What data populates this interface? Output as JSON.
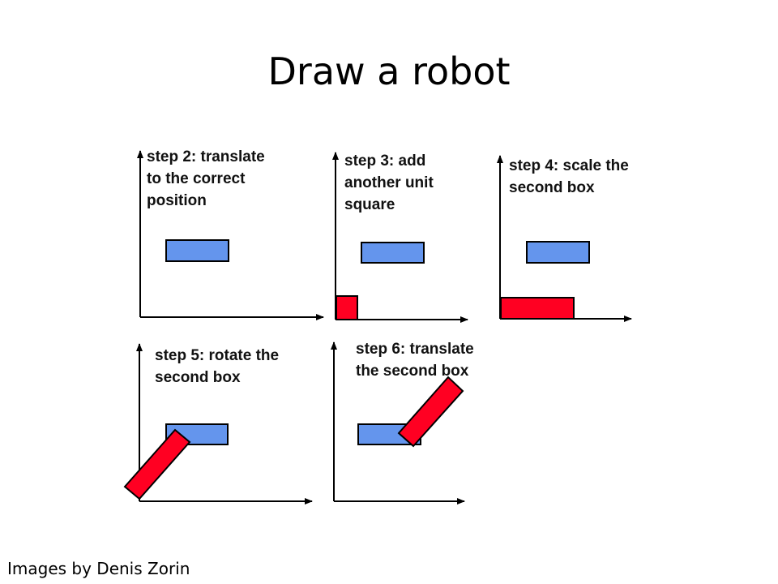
{
  "slide": {
    "title": "Draw a robot",
    "credit": "Images by Denis Zorin"
  },
  "steps": [
    {
      "id": "step2",
      "lines": [
        "step 2: translate",
        "to the correct",
        "position"
      ]
    },
    {
      "id": "step3",
      "lines": [
        "step 3: add",
        "another unit",
        "square"
      ]
    },
    {
      "id": "step4",
      "lines": [
        "step 4: scale the",
        "second box"
      ]
    },
    {
      "id": "step5",
      "lines": [
        "step 5: rotate the",
        "second box"
      ]
    },
    {
      "id": "step6",
      "lines": [
        "step 6: translate",
        "the second box"
      ]
    }
  ],
  "colors": {
    "first_box": "#6495ed",
    "second_box": "#ff0022",
    "outline": "#000000"
  }
}
